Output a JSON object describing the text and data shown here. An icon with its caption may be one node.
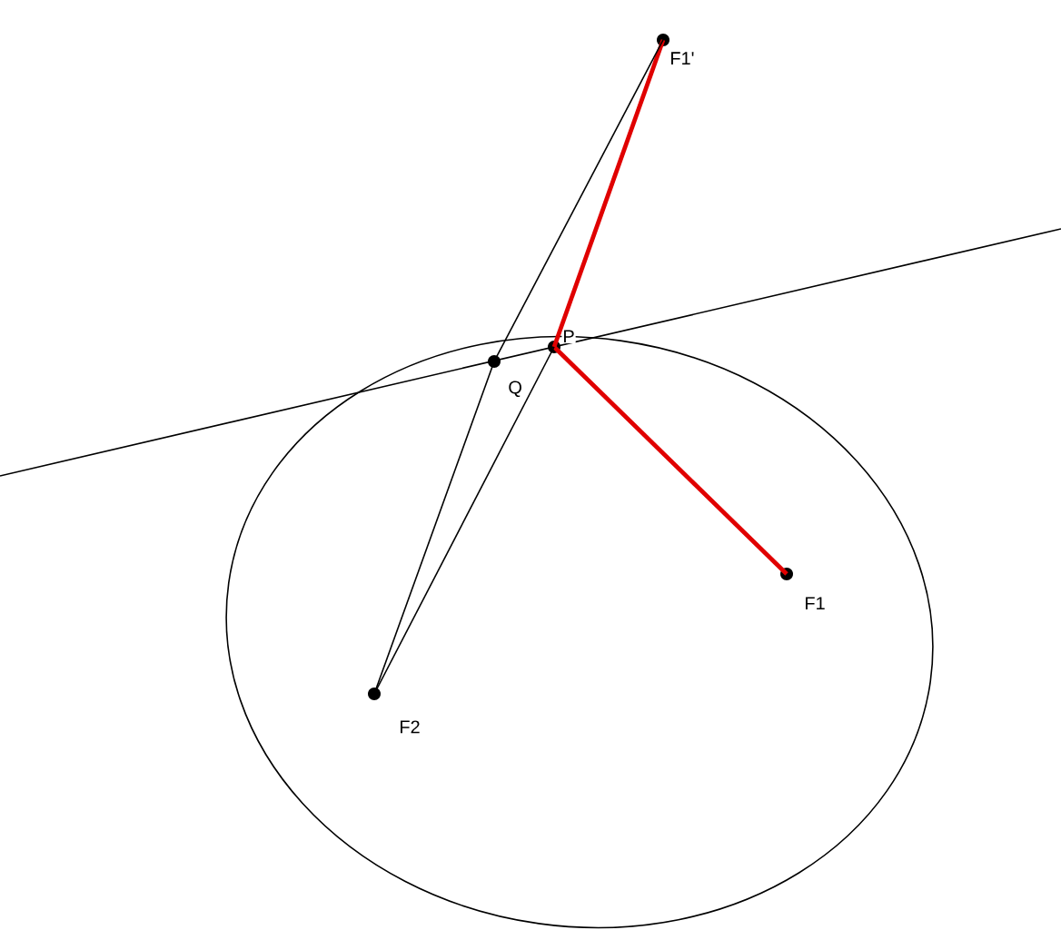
{
  "diagram": {
    "nodes": [
      {
        "text": [
          "F1'"
        ]
      },
      {
        "text": [
          "P"
        ]
      },
      {
        "text": [
          "Q"
        ]
      },
      {
        "text": [
          "F1"
        ]
      },
      {
        "text": [
          "F2"
        ]
      }
    ],
    "edges": [
      {
        "from": 0,
        "to": 1,
        "arrow": "none",
        "style": "thick",
        "color": "#e00000"
      },
      {
        "from": 1,
        "to": 3,
        "arrow": "none",
        "style": "thick",
        "color": "#e00000"
      },
      {
        "from": 0,
        "to": 2,
        "arrow": "none"
      },
      {
        "from": 2,
        "to": 4,
        "arrow": "none"
      },
      {
        "from": 1,
        "to": 4,
        "arrow": "none"
      }
    ]
  }
}
